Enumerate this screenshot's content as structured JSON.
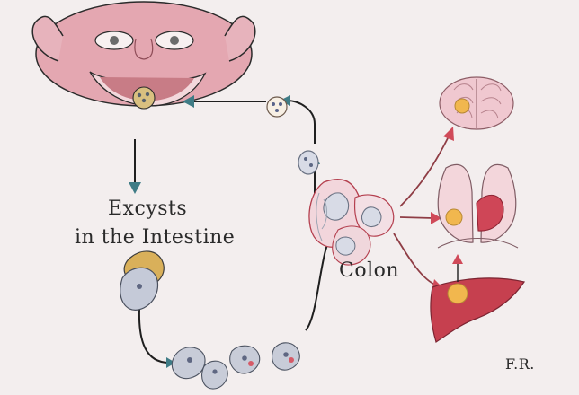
{
  "diagram": {
    "excysts_label_line1": "Excysts",
    "excysts_label_line2": "in the Intestine",
    "colon_label": "Colon",
    "signature": "F.R."
  },
  "colors": {
    "background": "#f3eeee",
    "face_skin": "#e4a7b1",
    "face_shadow": "#c97f8d",
    "organ_red": "#c54656",
    "arrow": "#1f1f1f",
    "arrowhead": "#3f7c86",
    "cyst": "#9fa5b3"
  }
}
